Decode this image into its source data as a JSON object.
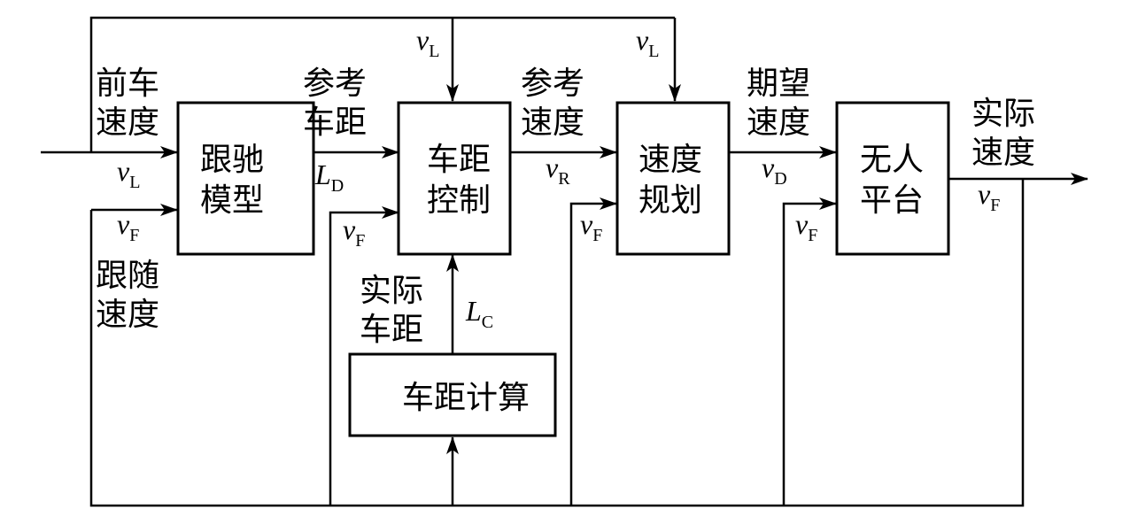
{
  "blocks": {
    "following_model": [
      "跟驰",
      "模型"
    ],
    "distance_control": [
      "车距",
      "控制"
    ],
    "speed_planning": [
      "速度",
      "规划"
    ],
    "platform": [
      "无人",
      "平台"
    ],
    "distance_calc": "车距计算"
  },
  "labels": {
    "leader_speed": [
      "前车",
      "速度"
    ],
    "follower_speed": [
      "跟随",
      "速度"
    ],
    "reference_distance": [
      "参考",
      "车距"
    ],
    "reference_speed": [
      "参考",
      "速度"
    ],
    "desired_speed": [
      "期望",
      "速度"
    ],
    "actual_speed": [
      "实际",
      "速度"
    ],
    "actual_distance": [
      "实际",
      "车距"
    ]
  },
  "symbols": {
    "v": "v",
    "L": "L",
    "sub_L": "L",
    "sub_F": "F",
    "sub_D": "D",
    "sub_R": "R",
    "sub_C": "C"
  }
}
